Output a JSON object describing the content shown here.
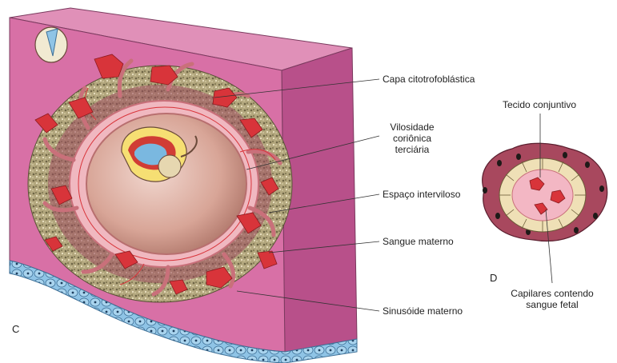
{
  "panels": {
    "left_letter": "C",
    "right_letter": "D"
  },
  "labels_left": {
    "capa": "Capa citotrofoblástica",
    "vilosidade_l1": "Vilosidade",
    "vilosidade_l2": "coriônica",
    "vilosidade_l3": "terciária",
    "espaco": "Espaço interviloso",
    "sangue": "Sangue materno",
    "sinusoide": "Sinusóide materno"
  },
  "labels_right": {
    "tecido": "Tecido conjuntivo",
    "capilares_l1": "Capilares contendo",
    "capilares_l2": "sangue fetal"
  },
  "colors": {
    "decidua": "#d36aa0",
    "decidua_dark": "#b8508a",
    "rim": "#efe6ea",
    "villus": "#f0b8c0",
    "villus_dark": "#c9707a",
    "blood": "#d8343a",
    "space": "#8a8a60",
    "epithelium": "#8fc4e6",
    "cavity": "#c98d7e"
  }
}
